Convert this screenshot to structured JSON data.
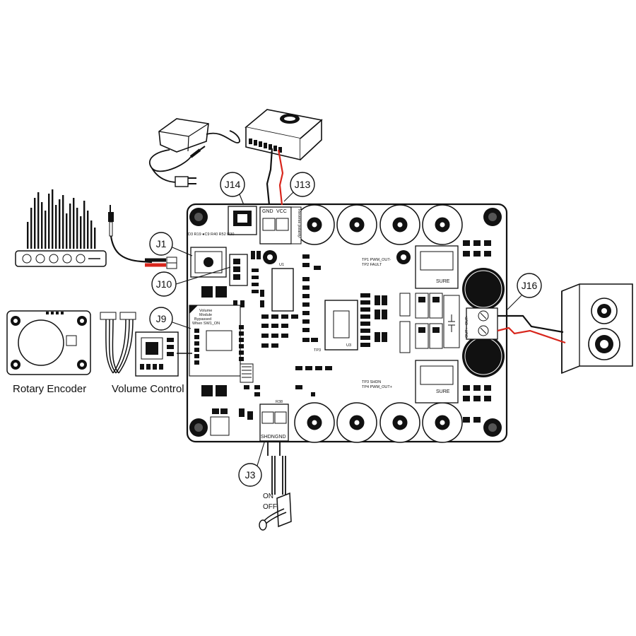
{
  "connectors": {
    "j1": "J1",
    "j3": "J3",
    "j9": "J9",
    "j10": "J10",
    "j13": "J13",
    "j14": "J14",
    "j16": "J16"
  },
  "captions": {
    "rotary_encoder": "Rotary Encoder",
    "volume_control": "Volume Control"
  },
  "switch": {
    "on": "ON",
    "off": "OFF"
  },
  "board": {
    "vcc": "VCC",
    "gnd": "GND",
    "reverse_polarity": "Reverse polarity!",
    "shdn": "SHDN",
    "gnd_bottom": "GND",
    "volume_module_1": "Volume",
    "volume_module_2": "Module",
    "volume_module_3": "Bypassed",
    "volume_module_4": "When SW1_ON",
    "sure": "SURE",
    "tp_top_1": "TP1 PWM_OUT-",
    "tp_top_2": "TP2 FAULT",
    "tp_bottom_1": "TP3 SHDN",
    "tp_bottom_2": "TP4 PWM_OUT+",
    "out_minus": "OUT-",
    "out_plus": "OUT+",
    "u1": "U1",
    "u3": "U3",
    "tp3": "TP3",
    "r38": "R38"
  },
  "colors": {
    "line": "#111111",
    "wire_red": "#d8261c",
    "board_fill": "#ffffff"
  }
}
